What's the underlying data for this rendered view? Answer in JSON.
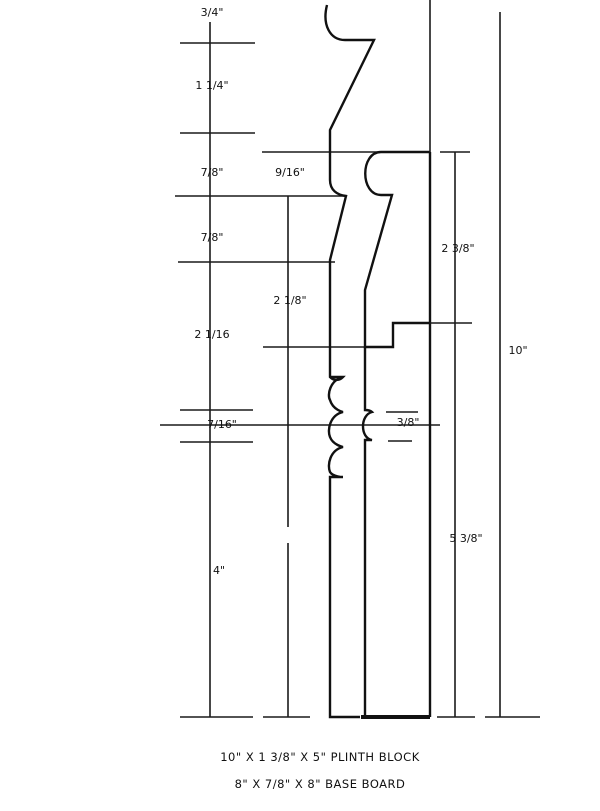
{
  "dimensions": {
    "left": [
      "3/4\"",
      "1 1/4\"",
      "7/8\"",
      "7/8\"",
      "2 1/16",
      "7/16\"",
      "4\""
    ],
    "profile_offset": "9/16\"",
    "baseboard_height": "2 1/8\"",
    "bead": "3/8\"",
    "upper_right": "2 3/8\"",
    "lower_right": "5 3/8\"",
    "total_height": "10\""
  },
  "captions": {
    "plinth": "10\" X 1 3/8\" X 5\" PLINTH BLOCK",
    "baseboard": "8\" X 7/8\" X 8\"  BASE BOARD"
  }
}
